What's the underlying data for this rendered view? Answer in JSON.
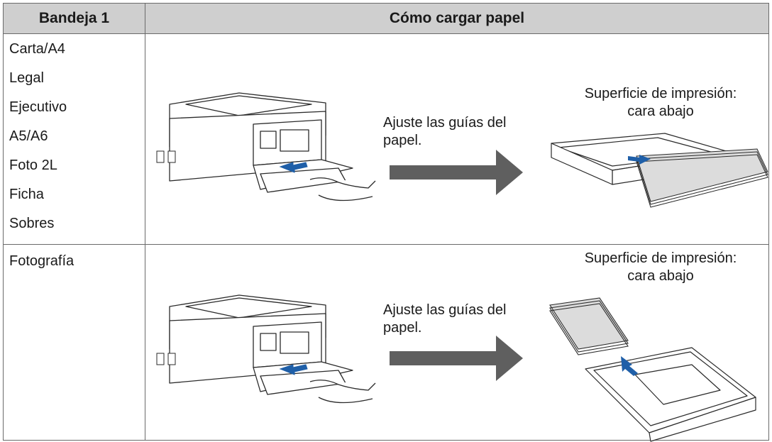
{
  "header": {
    "col1": "Bandeja 1",
    "col2": "Cómo cargar papel"
  },
  "rows": [
    {
      "sizes": [
        "Carta/A4",
        "Legal",
        "Ejecutivo",
        "A5/A6",
        "Foto 2L",
        "Ficha",
        "Sobres"
      ],
      "caption_line1": "Ajuste las guías del",
      "caption_line2": "papel.",
      "surface_line1": "Superficie de impresión:",
      "surface_line2": "cara abajo"
    },
    {
      "label": "Fotografía",
      "caption_line1": "Ajuste las guías del",
      "caption_line2": "papel.",
      "surface_line1": "Superficie de impresión:",
      "surface_line2": "cara abajo"
    }
  ],
  "colors": {
    "header_bg": "#cfcfcf",
    "border": "#6a6a6a",
    "arrow": "#5f5f5f",
    "accent_blue": "#1f5fa8"
  }
}
